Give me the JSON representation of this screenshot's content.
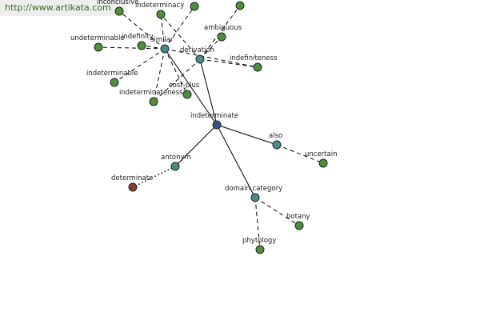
{
  "watermark": "http://www.artikata.com",
  "colors": {
    "center": "#3a4f8c",
    "relation": "#4a8c8c",
    "leaf": "#4f8f3a",
    "antonym_leaf": "#8b3a34"
  },
  "nodes": [
    {
      "id": "indeterminate",
      "label": "indeterminate",
      "kind": "center"
    },
    {
      "id": "similar",
      "label": "similar",
      "kind": "relation"
    },
    {
      "id": "derivation",
      "label": "derivation",
      "kind": "relation"
    },
    {
      "id": "also",
      "label": "also",
      "kind": "relation"
    },
    {
      "id": "antonym",
      "label": "antonym",
      "kind": "relation"
    },
    {
      "id": "domain_category",
      "label": "domain category",
      "kind": "relation"
    },
    {
      "id": "determinate",
      "label": "determinate",
      "kind": "antonym_leaf"
    },
    {
      "id": "uncertain",
      "label": "uncertain",
      "kind": "leaf"
    },
    {
      "id": "botany",
      "label": "botany",
      "kind": "leaf"
    },
    {
      "id": "phytology",
      "label": "phytology",
      "kind": "leaf"
    },
    {
      "id": "inconclusive",
      "label": "inconclusive",
      "kind": "leaf"
    },
    {
      "id": "indeterminacy",
      "label": "indeterminacy",
      "kind": "leaf"
    },
    {
      "id": "leaf_top1",
      "label": "",
      "kind": "leaf"
    },
    {
      "id": "leaf_top2",
      "label": "",
      "kind": "leaf"
    },
    {
      "id": "undeterminable",
      "label": "undeterminable",
      "kind": "leaf"
    },
    {
      "id": "indefinity",
      "label": "indefinity",
      "kind": "leaf"
    },
    {
      "id": "ambiguous",
      "label": "ambiguous",
      "kind": "leaf"
    },
    {
      "id": "indefiniteness",
      "label": "indefiniteness",
      "kind": "leaf"
    },
    {
      "id": "indeterminable",
      "label": "indeterminable",
      "kind": "leaf"
    },
    {
      "id": "indeterminateness",
      "label": "indeterminateness",
      "kind": "leaf"
    },
    {
      "id": "cost_plus",
      "label": "cost-plus",
      "kind": "leaf"
    }
  ],
  "edges": [
    {
      "from": "indeterminate",
      "to": "similar",
      "style": "solid"
    },
    {
      "from": "indeterminate",
      "to": "derivation",
      "style": "solid"
    },
    {
      "from": "indeterminate",
      "to": "also",
      "style": "solid"
    },
    {
      "from": "indeterminate",
      "to": "antonym",
      "style": "solid"
    },
    {
      "from": "indeterminate",
      "to": "domain_category",
      "style": "solid"
    },
    {
      "from": "antonym",
      "to": "determinate",
      "style": "dotted"
    },
    {
      "from": "also",
      "to": "uncertain",
      "style": "dashed"
    },
    {
      "from": "domain_category",
      "to": "botany",
      "style": "dashed"
    },
    {
      "from": "domain_category",
      "to": "phytology",
      "style": "dashed"
    },
    {
      "from": "similar",
      "to": "inconclusive",
      "style": "dashed"
    },
    {
      "from": "similar",
      "to": "indeterminacy",
      "style": "dashed"
    },
    {
      "from": "similar",
      "to": "leaf_top1",
      "style": "dashed"
    },
    {
      "from": "similar",
      "to": "undeterminable",
      "style": "dashed"
    },
    {
      "from": "similar",
      "to": "indefinity",
      "style": "dashed"
    },
    {
      "from": "similar",
      "to": "indeterminable",
      "style": "dashed"
    },
    {
      "from": "similar",
      "to": "indeterminateness",
      "style": "dashed"
    },
    {
      "from": "similar",
      "to": "cost_plus",
      "style": "dashed"
    },
    {
      "from": "similar",
      "to": "indefiniteness",
      "style": "dashed"
    },
    {
      "from": "derivation",
      "to": "leaf_top2",
      "style": "dashed"
    },
    {
      "from": "derivation",
      "to": "ambiguous",
      "style": "dashed"
    },
    {
      "from": "derivation",
      "to": "indefiniteness",
      "style": "dashed"
    },
    {
      "from": "derivation",
      "to": "indeterminateness",
      "style": "dashed"
    },
    {
      "from": "derivation",
      "to": "indeterminacy",
      "style": "dashed"
    }
  ]
}
